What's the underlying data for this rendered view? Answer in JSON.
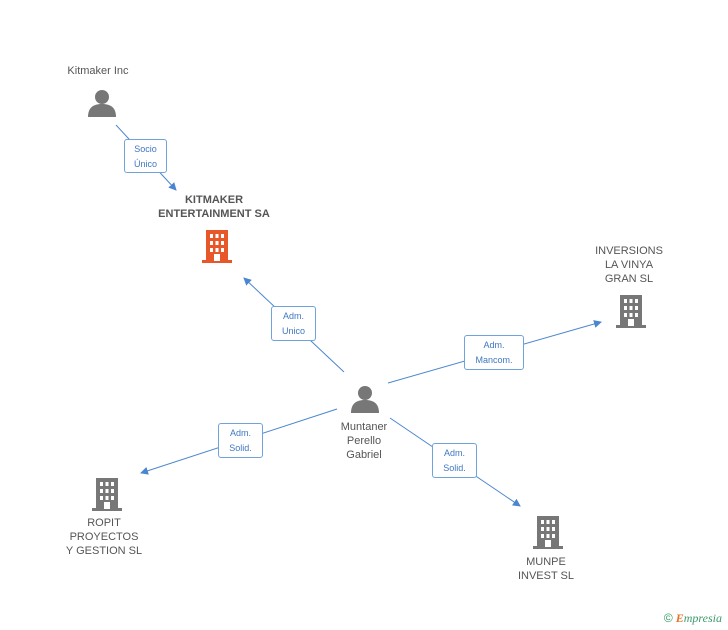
{
  "nodes": {
    "kitmaker_inc": "Kitmaker Inc",
    "kitmaker_ent_1": "KITMAKER",
    "kitmaker_ent_2": "ENTERTAINMENT SA",
    "inversions_1": "INVERSIONS",
    "inversions_2": "LA VINYA",
    "inversions_3": "GRAN SL",
    "muntaner_1": "Muntaner",
    "muntaner_2": "Perello",
    "muntaner_3": "Gabriel",
    "ropit_1": "ROPIT",
    "ropit_2": "PROYECTOS",
    "ropit_3": "Y GESTION SL",
    "munpe_1": "MUNPE",
    "munpe_2": "INVEST SL"
  },
  "edges": {
    "socio_1": "Socio",
    "socio_2": "Único",
    "adm_unico_1": "Adm.",
    "adm_unico_2": "Unico",
    "adm_mancom_1": "Adm.",
    "adm_mancom_2": "Mancom.",
    "adm_solid_left_1": "Adm.",
    "adm_solid_left_2": "Solid.",
    "adm_solid_right_1": "Adm.",
    "adm_solid_right_2": "Solid."
  },
  "colors": {
    "edge": "#4a86d0",
    "company": "#777777",
    "company_focus": "#e8572a",
    "person": "#777777"
  },
  "icons": {
    "person": "person-icon",
    "company": "building-icon"
  },
  "footer": {
    "copyright": "©",
    "brand_first": "E",
    "brand_rest": "mpresia"
  }
}
